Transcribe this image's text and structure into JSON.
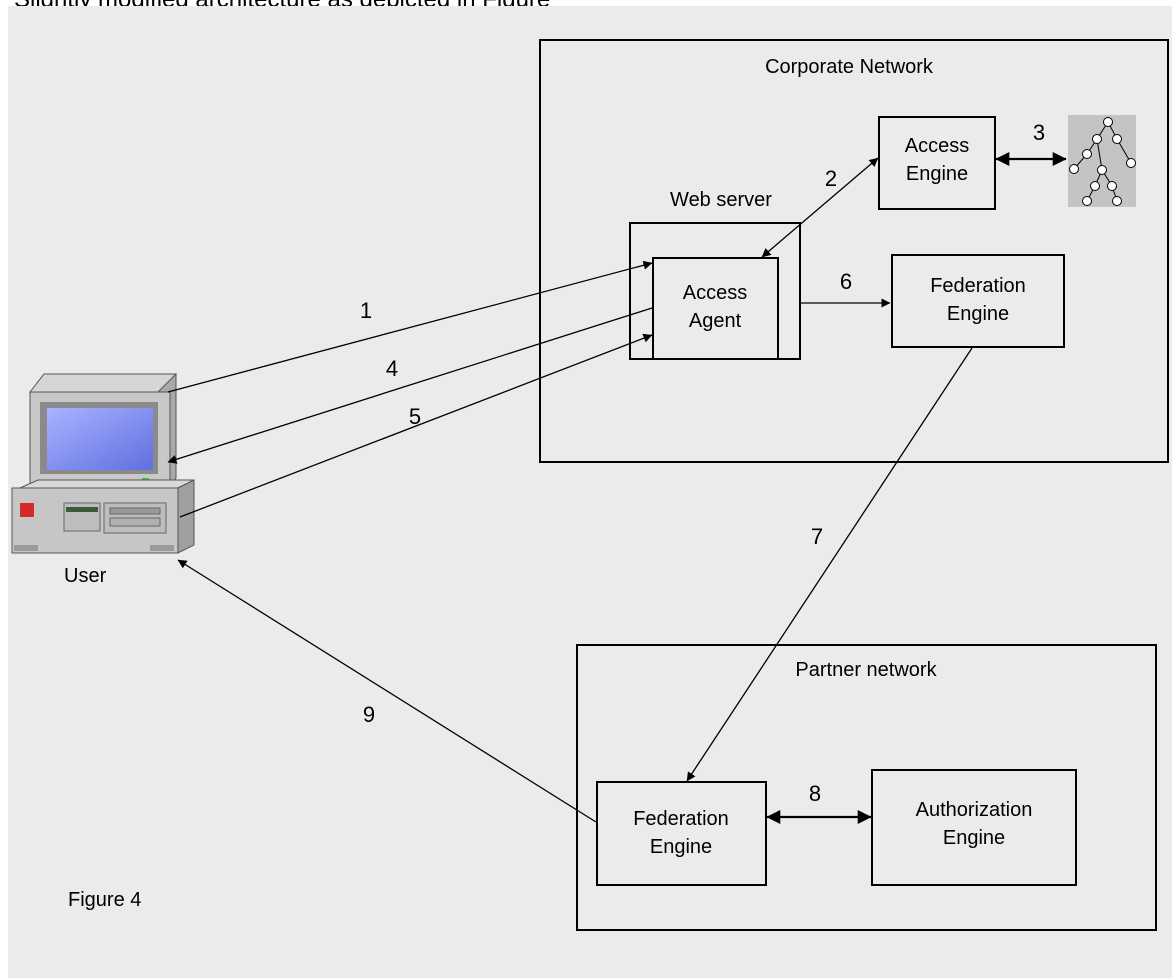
{
  "header_text": "Slightly modified architecture as depicted in Figure",
  "corporate_network": {
    "label": "Corporate Network"
  },
  "web_server": {
    "label": "Web server"
  },
  "access_agent": {
    "line1": "Access",
    "line2": "Agent"
  },
  "access_engine": {
    "line1": "Access",
    "line2": "Engine"
  },
  "federation_engine_corp": {
    "line1": "Federation",
    "line2": "Engine"
  },
  "partner_network": {
    "label": "Partner network"
  },
  "federation_engine_partner": {
    "line1": "Federation",
    "line2": "Engine"
  },
  "authorization_engine": {
    "line1": "Authorization",
    "line2": "Engine"
  },
  "user": {
    "label": "User"
  },
  "figure_caption": "Figure 4",
  "steps": {
    "s1": "1",
    "s2": "2",
    "s3": "3",
    "s4": "4",
    "s5": "5",
    "s6": "6",
    "s7": "7",
    "s8": "8",
    "s9": "9"
  },
  "colors": {
    "background": "#ebebeb",
    "line": "#000000",
    "monitor_screen": "#7f8cf0",
    "directory_bg": "#c0c0c0"
  },
  "icons": [
    "computer-icon",
    "directory-tree-icon"
  ]
}
